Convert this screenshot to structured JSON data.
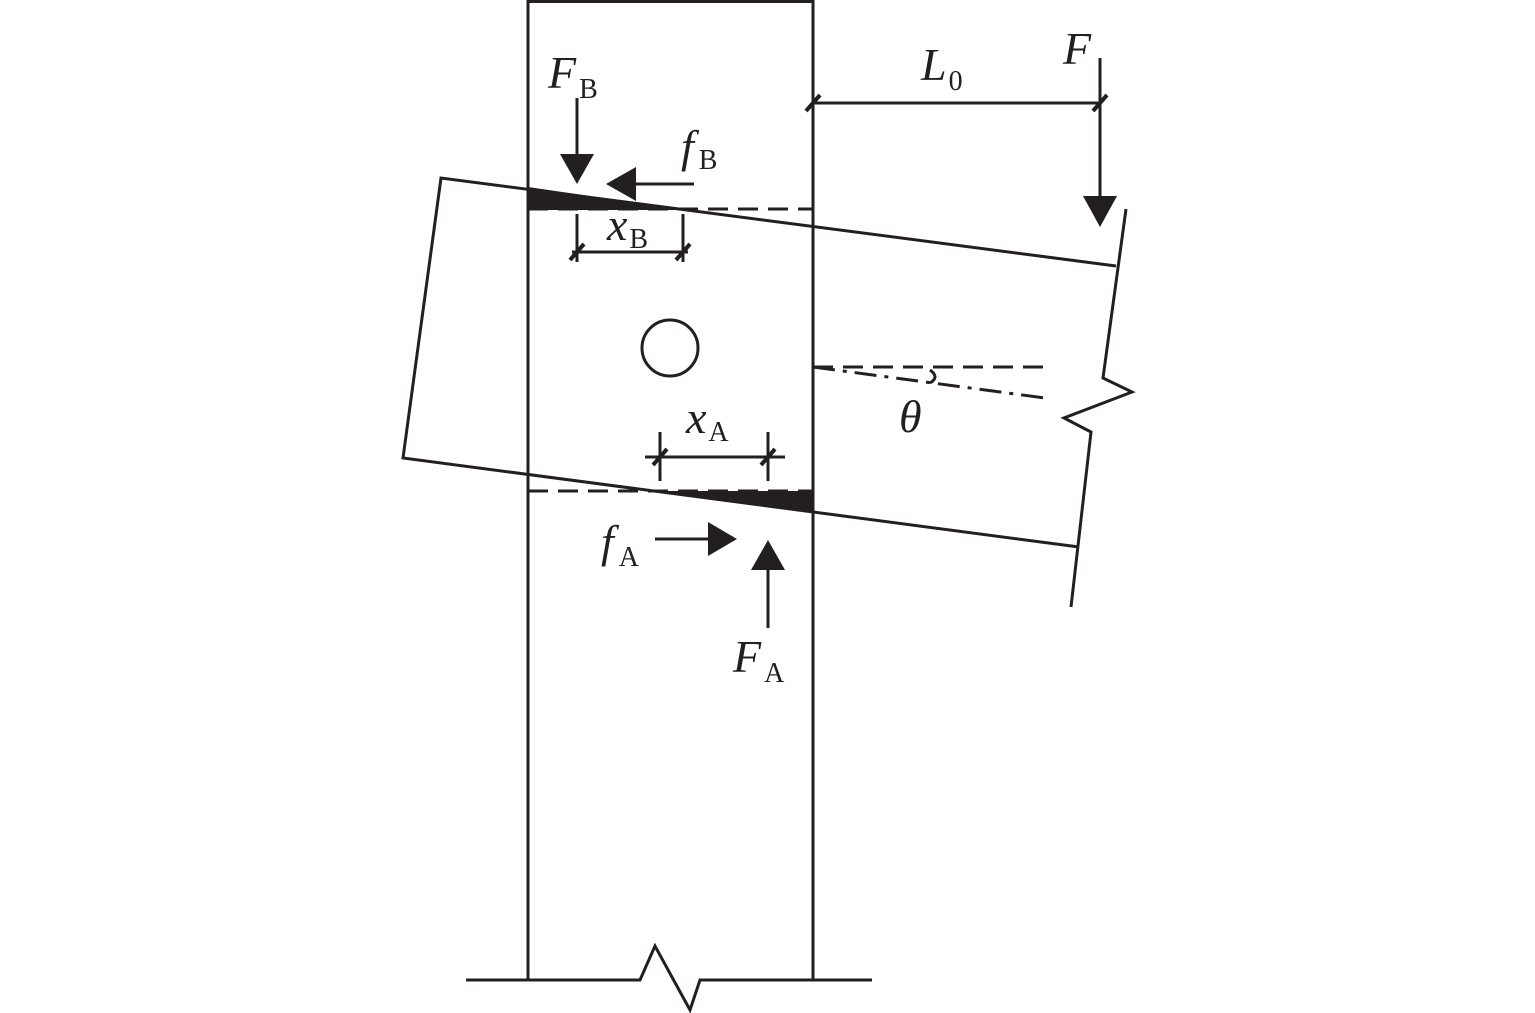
{
  "labels": {
    "F_B": {
      "main": "F",
      "sub": "B"
    },
    "f_B": {
      "main": "f",
      "sub": "B"
    },
    "x_B": {
      "main": "x",
      "sub": "B"
    },
    "L_0": {
      "main": "L",
      "sub": "0"
    },
    "F": {
      "main": "F"
    },
    "theta": {
      "main": "θ"
    },
    "x_A": {
      "main": "x",
      "sub": "A"
    },
    "f_A": {
      "main": "f",
      "sub": "A"
    },
    "F_A": {
      "main": "F",
      "sub": "A"
    }
  }
}
